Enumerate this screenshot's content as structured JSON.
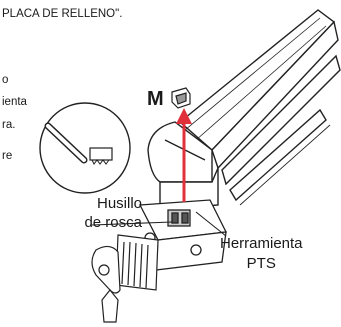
{
  "header": {
    "text": "PLACA DE RELLENO\"."
  },
  "fragments": [
    "o",
    "ienta",
    "ra.",
    "re"
  ],
  "labels": {
    "part_letter": "M",
    "spindle_line1": "Husillo",
    "spindle_line2": "de rosca",
    "tool_line1": "Herramienta",
    "tool_line2": "PTS"
  },
  "colors": {
    "arrow": "#e0303a",
    "line": "#1a1a1a"
  }
}
